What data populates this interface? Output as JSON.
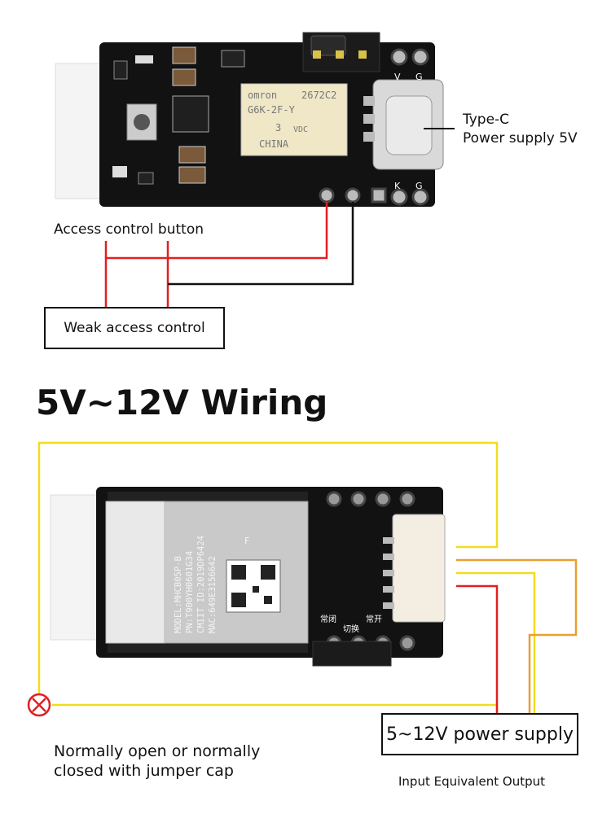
{
  "top_section": {
    "relay_marking": [
      "omron",
      "2672C2",
      "G6K-2F-Y",
      "3",
      "VDC",
      "CHINA"
    ],
    "pin_labels": [
      "V",
      "G",
      "K",
      "G"
    ],
    "type_c_label": [
      "Type-C",
      "Power supply 5V"
    ],
    "button_label": "Access control button",
    "weak_box_label": "Weak access control"
  },
  "heading": "5V~12V Wiring",
  "bottom_section": {
    "module_marking": [
      "MODEL:MHCB05P-B",
      "PN:T900YH0601G34",
      "CMIIT ID:2019DP6424",
      "MAC:649E3156642"
    ],
    "module_letter": "F",
    "chinese_labels": [
      "常闭",
      "切换",
      "常开"
    ],
    "power_box_label": "5~12V power supply",
    "jumper_note": [
      "Normally open or normally",
      "closed with jumper cap"
    ],
    "output_note": "Input Equivalent Output"
  },
  "colors": {
    "wire_red": "#e02020",
    "wire_black": "#111111",
    "wire_yellow": "#f2dc1c",
    "wire_orange": "#e8a030",
    "pcb": "#111111",
    "relay_body": "#efe7c6",
    "x_mark": "#e02020"
  }
}
